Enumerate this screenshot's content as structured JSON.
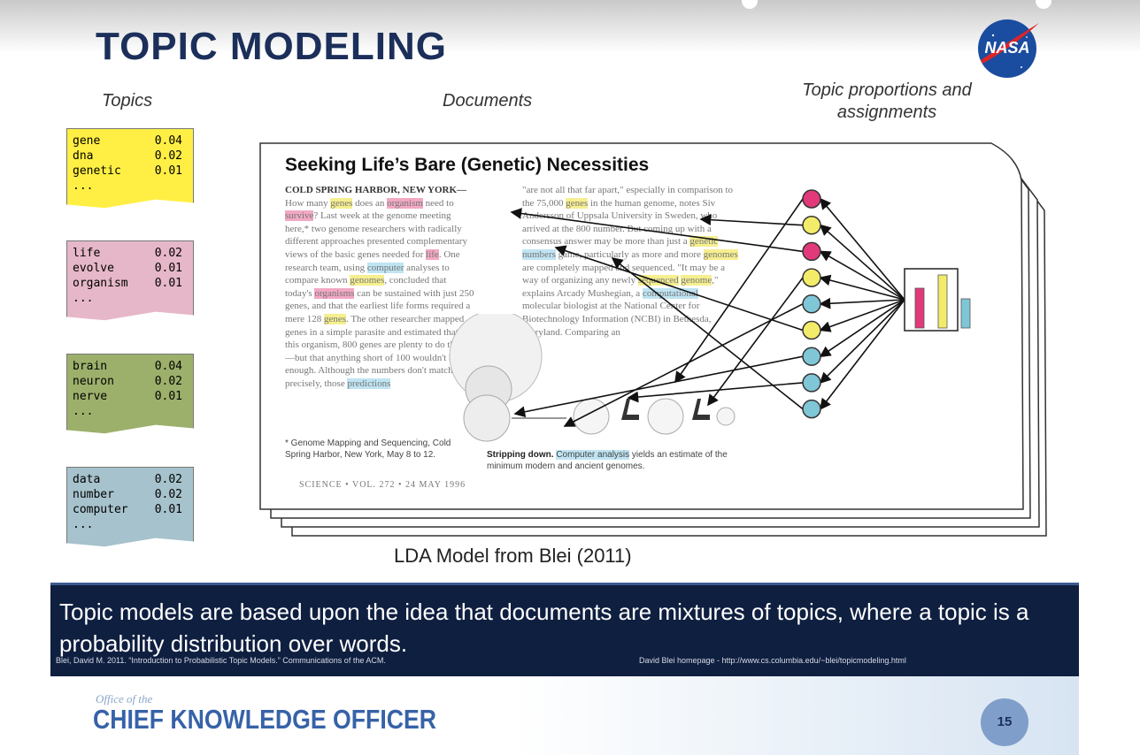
{
  "slide": {
    "title": "TOPIC MODELING",
    "headers": {
      "topics": "Topics",
      "documents": "Documents",
      "proportions": "Topic proportions and assignments"
    },
    "logo_text": "NASA",
    "topics": [
      {
        "color": "#ffef44",
        "words": [
          {
            "w": "gene",
            "p": "0.04"
          },
          {
            "w": "dna",
            "p": "0.02"
          },
          {
            "w": "genetic",
            "p": "0.01"
          }
        ],
        "more": "..."
      },
      {
        "color": "#e6b7c8",
        "words": [
          {
            "w": "life",
            "p": "0.02"
          },
          {
            "w": "evolve",
            "p": "0.01"
          },
          {
            "w": "organism",
            "p": "0.01"
          }
        ],
        "more": "..."
      },
      {
        "color": "#9cb06b",
        "words": [
          {
            "w": "brain",
            "p": "0.04"
          },
          {
            "w": "neuron",
            "p": "0.02"
          },
          {
            "w": "nerve",
            "p": "0.01"
          }
        ],
        "more": "..."
      },
      {
        "color": "#a6c2cc",
        "words": [
          {
            "w": "data",
            "p": "0.02"
          },
          {
            "w": "number",
            "p": "0.02"
          },
          {
            "w": "computer",
            "p": "0.01"
          }
        ],
        "more": "..."
      }
    ],
    "document": {
      "title": "Seeking Life’s Bare (Genetic) Necessities",
      "dateline": "COLD SPRING HARBOR, NEW YORK—",
      "footnote": "* Genome Mapping and Sequencing, Cold Spring Harbor, New York, May 8 to 12.",
      "journal_line": "SCIENCE • VOL. 272 • 24 MAY 1996",
      "caption_bold": "Stripping down.",
      "caption_hl": "Computer analysis",
      "caption_rest": "yields an estimate of the minimum modern and ancient genomes."
    },
    "proportions_bars": [
      {
        "color": "#e2397b",
        "value": 0.75
      },
      {
        "color": "#f3ec6a",
        "value": 1.0
      },
      {
        "color": "#7fc6d6",
        "value": 0.55
      }
    ],
    "word_circles": [
      "#e2397b",
      "#f3ec6a",
      "#e2397b",
      "#f3ec6a",
      "#7fc6d6",
      "#f3ec6a",
      "#7fc6d6",
      "#7fc6d6",
      "#7fc6d6"
    ],
    "lda_caption": "LDA Model from Blei (2011)",
    "banner_text": "Topic models are based upon the idea that documents are mixtures of topics, where a topic is a probability distribution over words.",
    "citation_left": "Blei, David M. 2011. “Introduction to Probabilistic Topic Models.” Communications of the ACM.",
    "citation_right": "David Blei homepage - http://www.cs.columbia.edu/~blei/topicmodeling.html",
    "footer": {
      "office_of": "Office of the",
      "org": "CHIEF KNOWLEDGE OFFICER",
      "page_number": "15"
    }
  }
}
